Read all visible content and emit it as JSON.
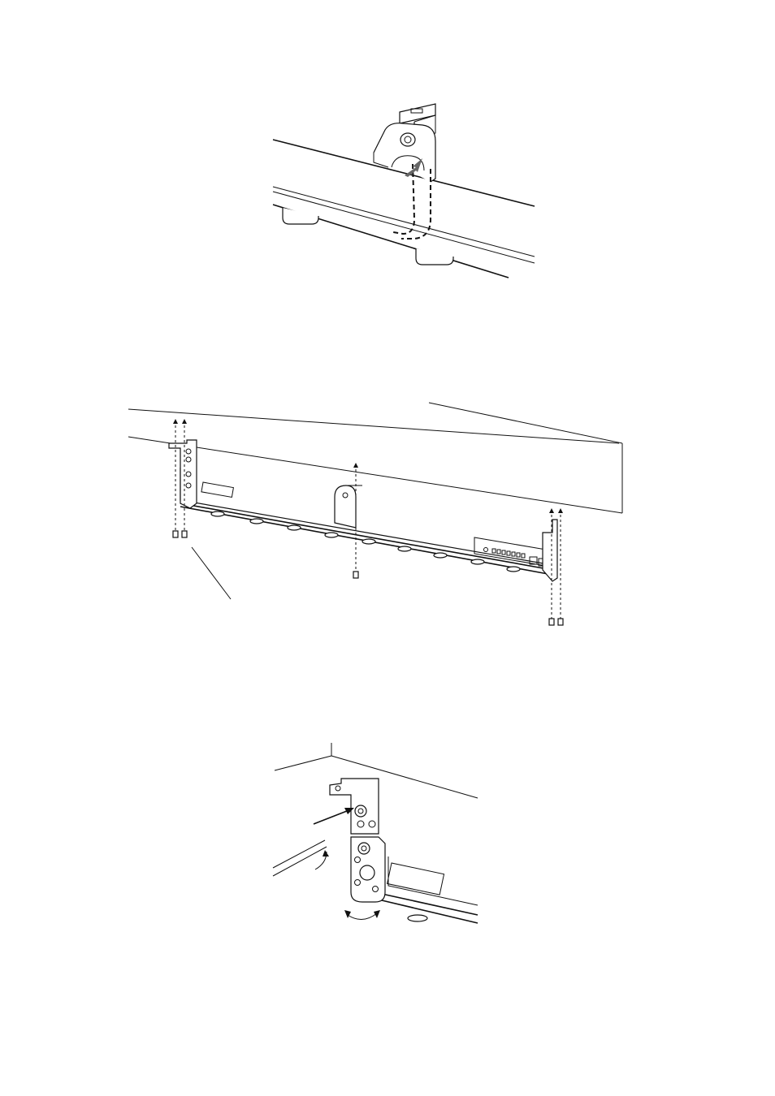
{
  "figures": [
    {
      "id": "fig1",
      "label": ""
    },
    {
      "id": "fig2",
      "label": ""
    },
    {
      "id": "fig3",
      "label": ""
    }
  ],
  "colors": {
    "line": "#111111",
    "arrow_fill": "#666666",
    "background": "#ffffff"
  }
}
